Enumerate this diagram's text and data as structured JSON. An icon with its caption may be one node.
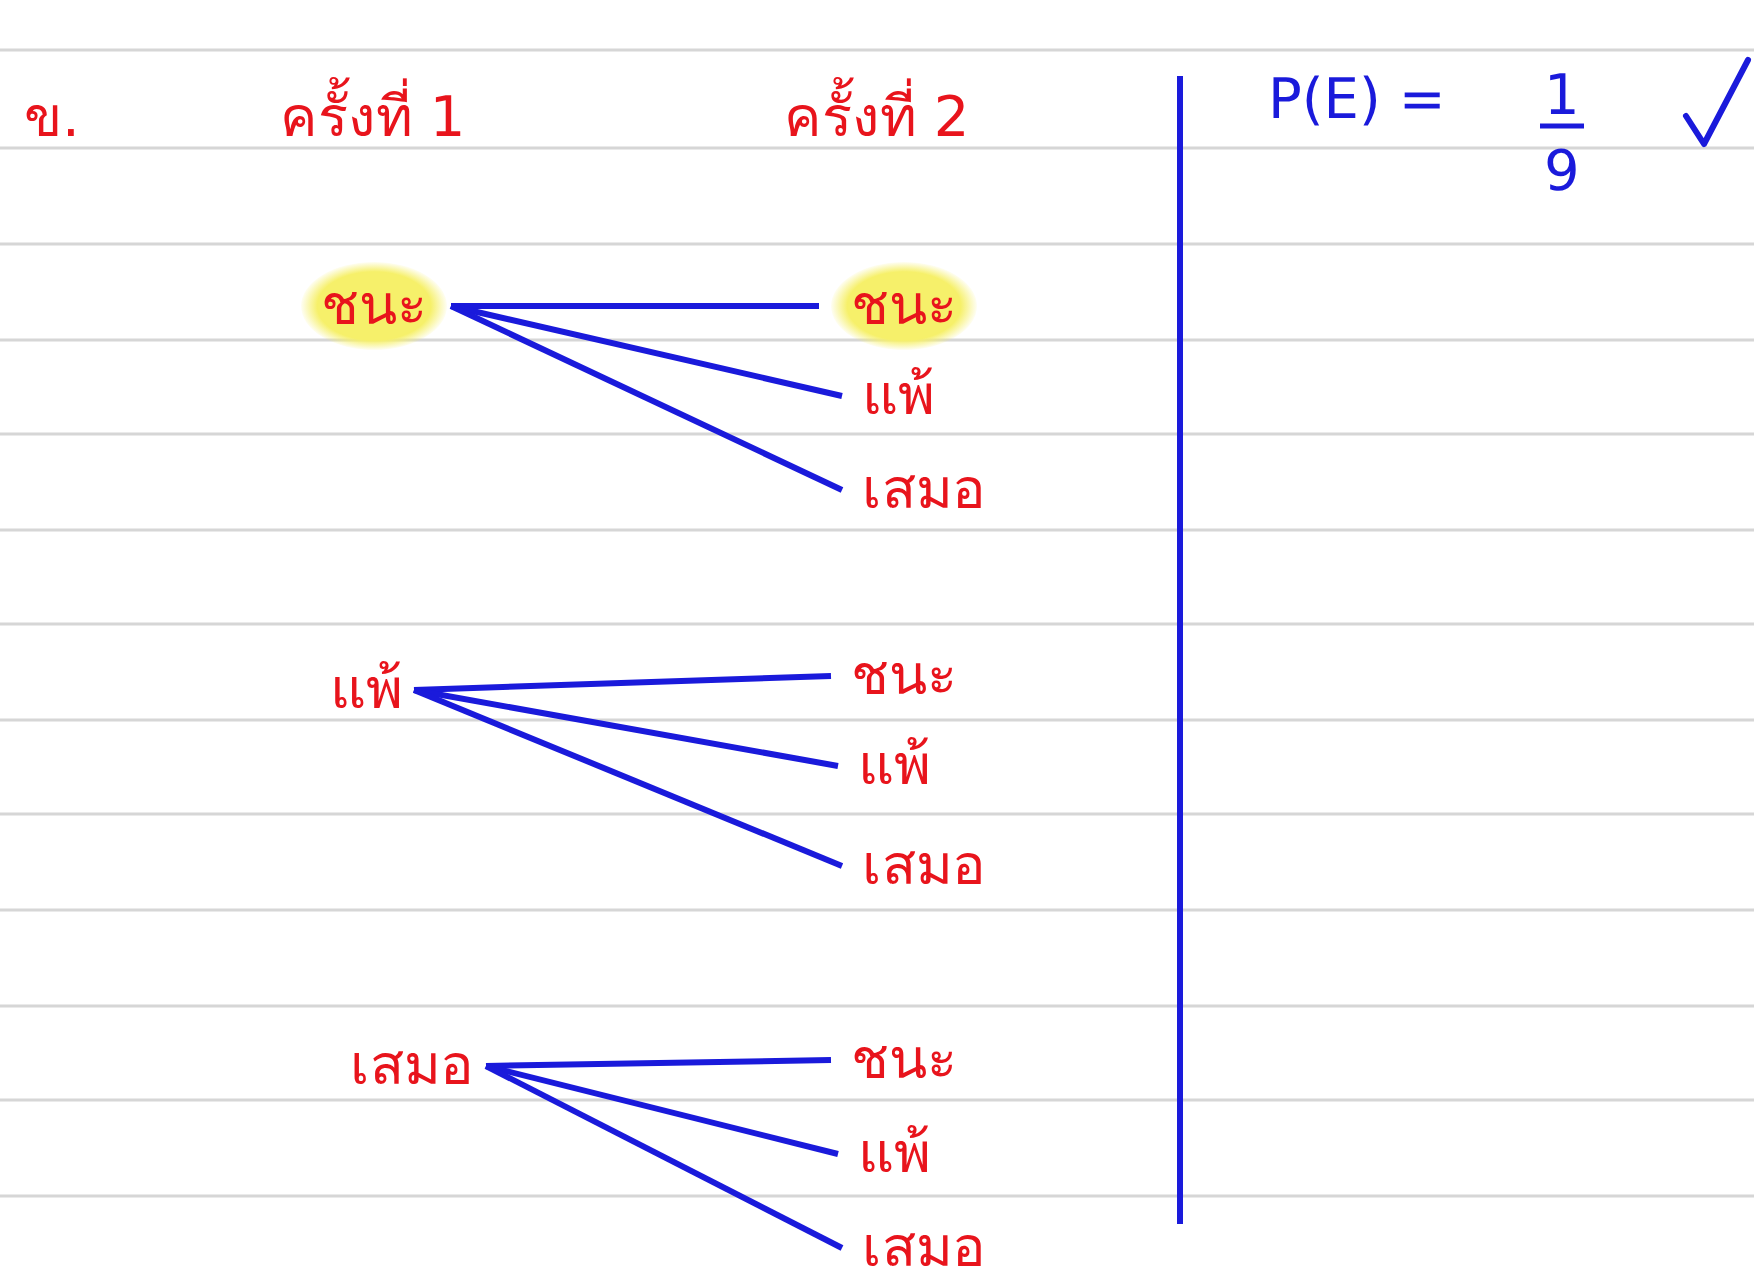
{
  "diagram": {
    "nodes": [
      {
        "text": [
          "ชนะ"
        ]
      },
      {
        "text": [
          "แพ้"
        ]
      },
      {
        "text": [
          "เสมอ"
        ]
      },
      {
        "text": [
          "ชนะ"
        ]
      },
      {
        "text": [
          "แพ้"
        ]
      },
      {
        "text": [
          "เสมอ"
        ]
      },
      {
        "text": [
          "ชนะ"
        ]
      },
      {
        "text": [
          "แพ้"
        ]
      },
      {
        "text": [
          "เสมอ"
        ]
      },
      {
        "text": [
          "ชนะ"
        ]
      },
      {
        "text": [
          "แพ้"
        ]
      },
      {
        "text": [
          "เสมอ"
        ]
      }
    ],
    "edges": [
      {
        "from": 0,
        "to": 3,
        "arrow": "none"
      },
      {
        "from": 0,
        "to": 4,
        "arrow": "none"
      },
      {
        "from": 0,
        "to": 5,
        "arrow": "none"
      },
      {
        "from": 1,
        "to": 6,
        "arrow": "none"
      },
      {
        "from": 1,
        "to": 7,
        "arrow": "none"
      },
      {
        "from": 1,
        "to": 8,
        "arrow": "none"
      },
      {
        "from": 2,
        "to": 9,
        "arrow": "none"
      },
      {
        "from": 2,
        "to": 10,
        "arrow": "none"
      },
      {
        "from": 2,
        "to": 11,
        "arrow": "none"
      }
    ],
    "labels": [
      "ข.",
      "ครั้งที่ 1",
      "ครั้งที่ 2",
      "P(E) =",
      "1",
      "9"
    ]
  }
}
